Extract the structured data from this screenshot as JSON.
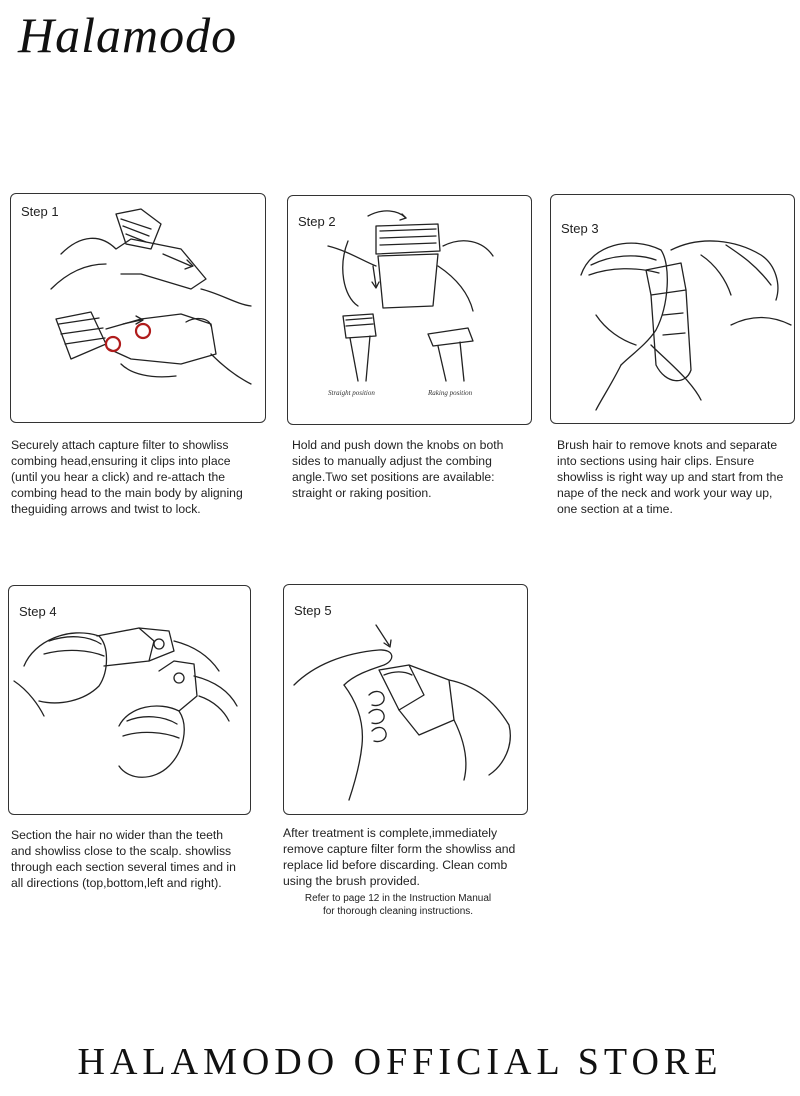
{
  "brand": {
    "logo": "Halamodo"
  },
  "steps": [
    {
      "label": "Step 1",
      "description": "Securely attach capture filter to showliss\ncombing head,ensuring it clips into place\n(until you hear a click) and re-attach the\ncombing head to the main body by aligning\ntheguiding arrows and twist to lock."
    },
    {
      "label": "Step 2",
      "description": "Hold and push down the knobs on both\nsides to manually adjust the combing\nangle.Two set positions are available:\nstraight or raking position.",
      "captions": [
        "Straight position",
        "Raking position"
      ]
    },
    {
      "label": "Step 3",
      "description": "Brush hair to remove knots and separate\ninto sections using hair clips. Ensure\nshowliss is right way up and start from the\nnape of  the neck and work your way up,\none section at a time."
    },
    {
      "label": "Step 4",
      "description": "Section the hair no wider than the teeth\nand showliss close to the scalp. showliss\nthrough each section several times and in\nall directions (top,bottom,left and right)."
    },
    {
      "label": "Step 5",
      "description": "After treatment is complete,immediately\nremove capture filter form the showliss and\nreplace lid before discarding. Clean comb\nusing the brush provided."
    }
  ],
  "note": "Refer to page 12 in the Instruction Manual\nfor thorough cleaning instructions.",
  "footer": "HALAMODO OFFICIAL STORE",
  "colors": {
    "highlight_circle": "#b01c1c",
    "line": "#222222"
  }
}
